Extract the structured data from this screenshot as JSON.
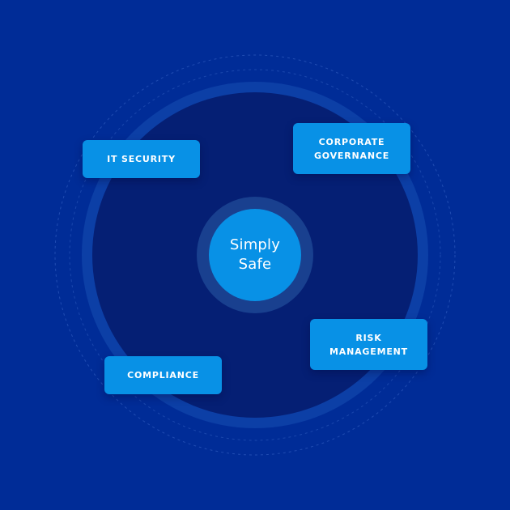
{
  "colors": {
    "background": "#002c97",
    "outer_disc": "#0c3fa6",
    "inner_disc": "#051f74",
    "center_halo": "#19408f",
    "center": "#0891e6",
    "tag": "#0891e6",
    "text": "#ffffff",
    "dashed_ring": "#3a68c8"
  },
  "center": {
    "line1": "Simply",
    "line2": "Safe"
  },
  "tags": {
    "it_security": {
      "line1": "IT SECURITY"
    },
    "corporate_governance": {
      "line1": "CORPORATE",
      "line2": "GOVERNANCE"
    },
    "risk_management": {
      "line1": "RISK",
      "line2": "MANAGEMENT"
    },
    "compliance": {
      "line1": "COMPLIANCE"
    }
  }
}
